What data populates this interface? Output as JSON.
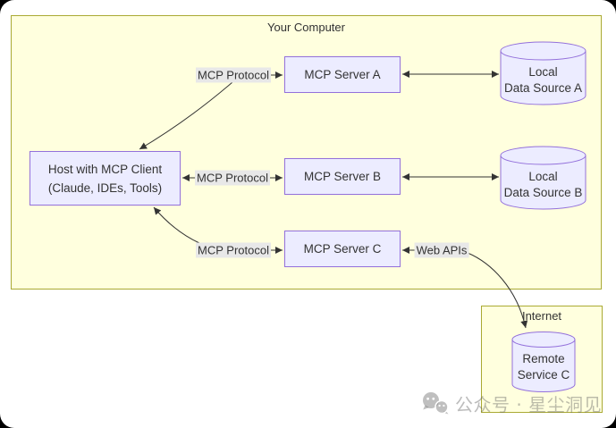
{
  "diagram": {
    "clusters": {
      "your_computer": {
        "label": "Your Computer"
      },
      "internet": {
        "label": "Internet"
      }
    },
    "nodes": {
      "host": {
        "line1": "Host with MCP Client",
        "line2": "(Claude, IDEs, Tools)"
      },
      "server_a": {
        "label": "MCP Server A"
      },
      "server_b": {
        "label": "MCP Server B"
      },
      "server_c": {
        "label": "MCP Server C"
      },
      "data_source_a": {
        "line1": "Local",
        "line2": "Data Source A"
      },
      "data_source_b": {
        "line1": "Local",
        "line2": "Data Source B"
      },
      "remote_service_c": {
        "line1": "Remote",
        "line2": "Service C"
      }
    },
    "edge_labels": {
      "protocol_a": "MCP Protocol",
      "protocol_b": "MCP Protocol",
      "protocol_c": "MCP Protocol",
      "web_apis": "Web APIs"
    },
    "edges": [
      {
        "from": "host",
        "to": "server_a",
        "label": "MCP Protocol",
        "bidirectional": true
      },
      {
        "from": "host",
        "to": "server_b",
        "label": "MCP Protocol",
        "bidirectional": true
      },
      {
        "from": "host",
        "to": "server_c",
        "label": "MCP Protocol",
        "bidirectional": true
      },
      {
        "from": "server_a",
        "to": "data_source_a",
        "label": "",
        "bidirectional": true
      },
      {
        "from": "server_b",
        "to": "data_source_b",
        "label": "",
        "bidirectional": true
      },
      {
        "from": "server_c",
        "to": "remote_service_c",
        "label": "Web APIs",
        "bidirectional": true
      }
    ],
    "colors": {
      "node_fill": "#ECECFF",
      "node_border": "#9370DB",
      "cluster_fill": "#ffffde",
      "cluster_border": "#aaaa33",
      "edge_line": "#333333",
      "edge_label_bg": "#e8e8e8",
      "text": "#333333"
    }
  },
  "watermark": {
    "text": "公众号 · 星尘洞见",
    "icon": "wechat-logo"
  }
}
